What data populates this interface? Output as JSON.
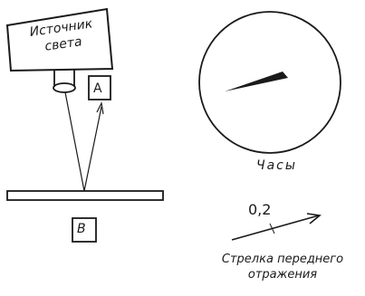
{
  "source": {
    "line1": "Источник",
    "line2": "света"
  },
  "label_a": "A",
  "label_b": "B",
  "clock": {
    "label": "Часы"
  },
  "reflection_arrow": {
    "value": "0,2",
    "caption_line1": "Стрелка переднего",
    "caption_line2": "отражения"
  }
}
